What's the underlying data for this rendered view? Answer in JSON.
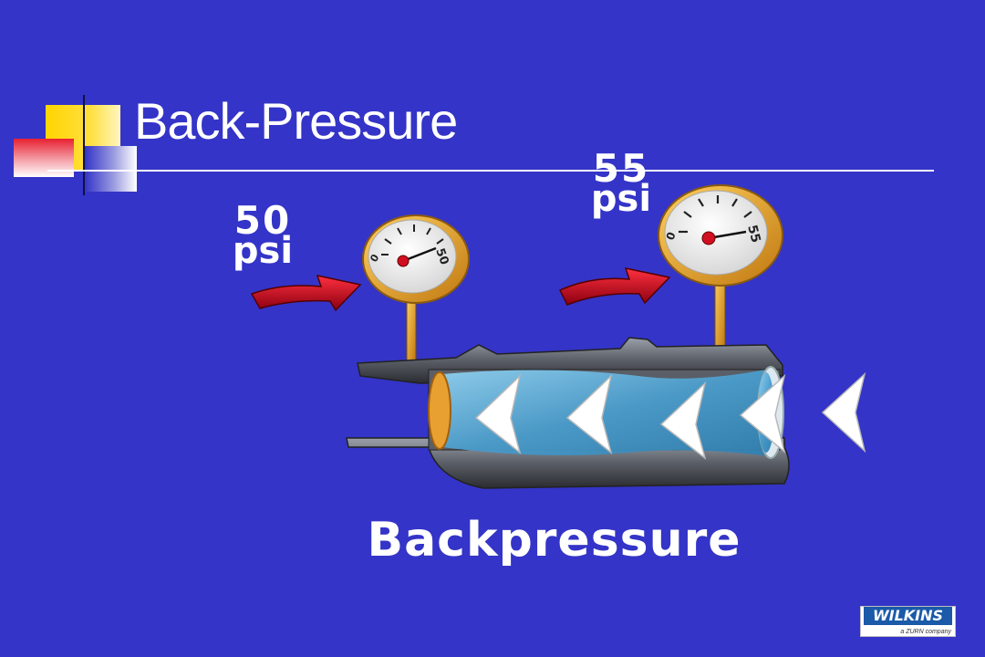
{
  "slide": {
    "title": "Back-Pressure",
    "caption": "Backpressure"
  },
  "gauges": [
    {
      "value": "50",
      "unit": "psi",
      "dial_max_label": "50",
      "dial_min_label": "0"
    },
    {
      "value": "55",
      "unit": "psi",
      "dial_max_label": "55",
      "dial_min_label": "0"
    }
  ],
  "logo": {
    "brand": "WILKINS",
    "tagline": "a ZURN company"
  },
  "colors": {
    "background": "#3434c8",
    "accent_yellow": "#ffd800",
    "accent_red": "#e82030",
    "arrow_red": "#d01020",
    "water": "#5ab0e0",
    "pipe": "#6a6e78",
    "gauge_rim": "#e0a020"
  }
}
